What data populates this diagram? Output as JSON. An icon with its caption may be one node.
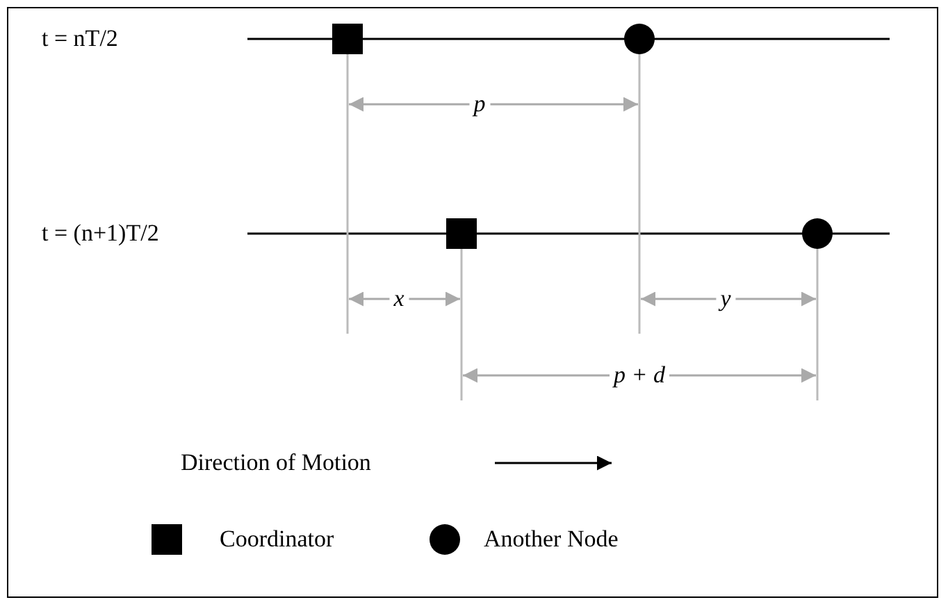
{
  "diagram": {
    "labels": [
      "t = nT/2",
      "p",
      "t = (n+1)T/2",
      "x",
      "y",
      "p + d",
      "Direction of Motion"
    ],
    "legend": [
      {
        "text": "Coordinator"
      },
      {
        "text": "Another Node"
      }
    ]
  }
}
